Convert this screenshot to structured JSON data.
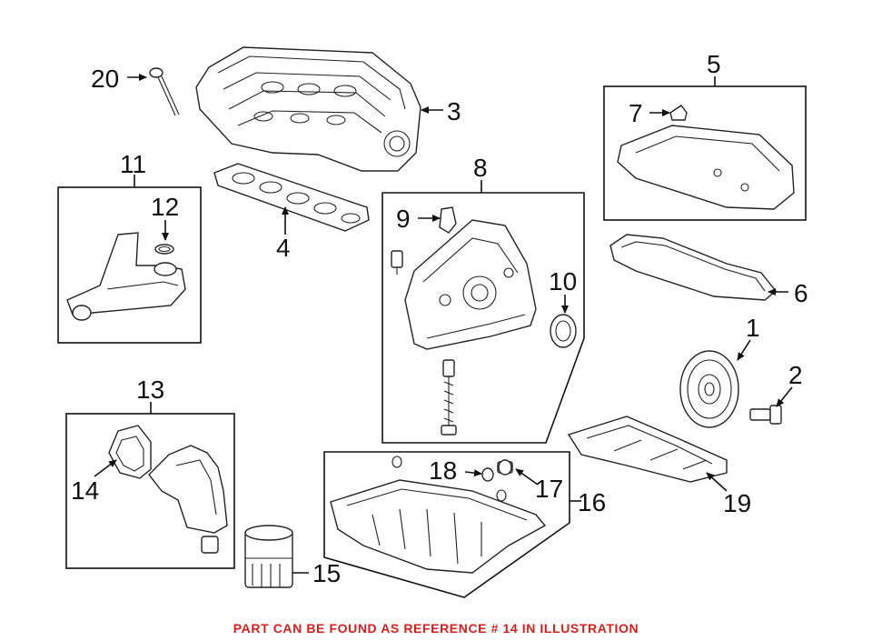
{
  "caption": "PART CAN BE FOUND AS REFERENCE # 14 IN ILLUSTRATION",
  "caption_color": "#d21f1f",
  "callouts": {
    "n1": "1",
    "n2": "2",
    "n3": "3",
    "n4": "4",
    "n5": "5",
    "n6": "6",
    "n7": "7",
    "n8": "8",
    "n9": "9",
    "n10": "10",
    "n11": "11",
    "n12": "12",
    "n13": "13",
    "n14": "14",
    "n15": "15",
    "n16": "16",
    "n17": "17",
    "n18": "18",
    "n19": "19",
    "n20": "20"
  }
}
